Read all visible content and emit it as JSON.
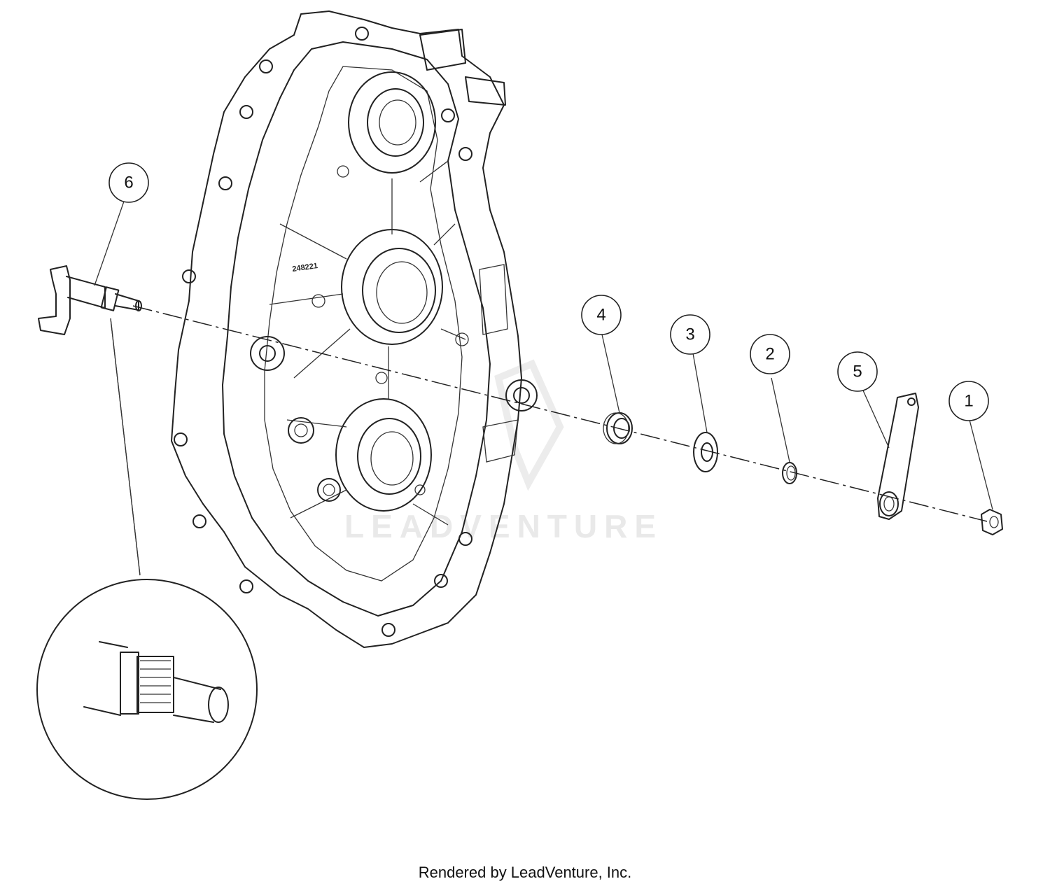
{
  "diagram": {
    "watermark": "LEADVENTURE",
    "casting_number": "248221",
    "callouts": [
      {
        "id": "callout-1",
        "label": "1"
      },
      {
        "id": "callout-2",
        "label": "2"
      },
      {
        "id": "callout-3",
        "label": "3"
      },
      {
        "id": "callout-4",
        "label": "4"
      },
      {
        "id": "callout-5",
        "label": "5"
      },
      {
        "id": "callout-6",
        "label": "6"
      }
    ]
  },
  "footer": {
    "text": "Rendered by LeadVenture, Inc."
  }
}
